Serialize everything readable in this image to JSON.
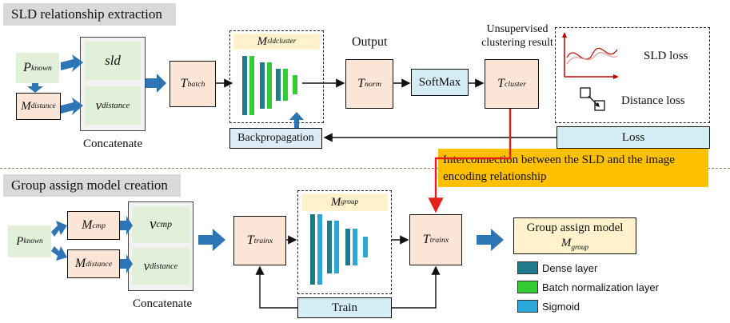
{
  "top": {
    "header": "SLD relationship extraction",
    "p_known": {
      "main": "P",
      "sub": "known"
    },
    "m_distance": {
      "main": "M",
      "sub": "distance"
    },
    "sld": "sld",
    "v_distance": {
      "main": "v",
      "sub": "distance"
    },
    "concatenate": "Concatenate",
    "t_batch": {
      "main": "T",
      "sub": "batch"
    },
    "m_sldcluster": {
      "main": "M",
      "sub": "sldcluster"
    },
    "backpropagation": "Backpropagation",
    "output": "Output",
    "t_norm": {
      "main": "T",
      "sub": "norm"
    },
    "softmax": "SoftMax",
    "unsupervised": "Unsupervised clustering result",
    "t_cluster": {
      "main": "T",
      "sub": "cluster"
    },
    "sld_loss": "SLD loss",
    "distance_loss": "Distance loss",
    "loss": "Loss"
  },
  "interconnection": "Interconnection between the SLD and the image encoding relationship",
  "bottom": {
    "header": "Group assign model creation",
    "p_known": {
      "main": "P",
      "sub": "known"
    },
    "m_cmp": {
      "main": "M",
      "sub": "cmp"
    },
    "m_distance": {
      "main": "M",
      "sub": "distance"
    },
    "v_cmp": {
      "main": "v",
      "sub": "cmp"
    },
    "v_distance": {
      "main": "v",
      "sub": "distance"
    },
    "concatenate": "Concatenate",
    "t_trainx_1": {
      "main": "T",
      "sub": "trainx"
    },
    "m_group": {
      "main": "M",
      "sub": "group"
    },
    "t_trainx_2": {
      "main": "T",
      "sub": "trainx"
    },
    "train": "Train",
    "group_model": {
      "line1": "Group assign model",
      "main": "M",
      "sub": "group"
    }
  },
  "legend": [
    {
      "label": "Dense layer",
      "color": "#1f7a8c"
    },
    {
      "label": "Batch normalization layer",
      "color": "#33cc33"
    },
    {
      "label": "Sigmoid",
      "color": "#2aa7d8"
    }
  ],
  "colors": {
    "arrow_blue": "#2e75b6",
    "red_line": "#e3211c",
    "highlight": "#ffc000",
    "dense": "#1f7a8c",
    "batchnorm": "#33cc33",
    "sigmoid": "#2aa7d8"
  }
}
